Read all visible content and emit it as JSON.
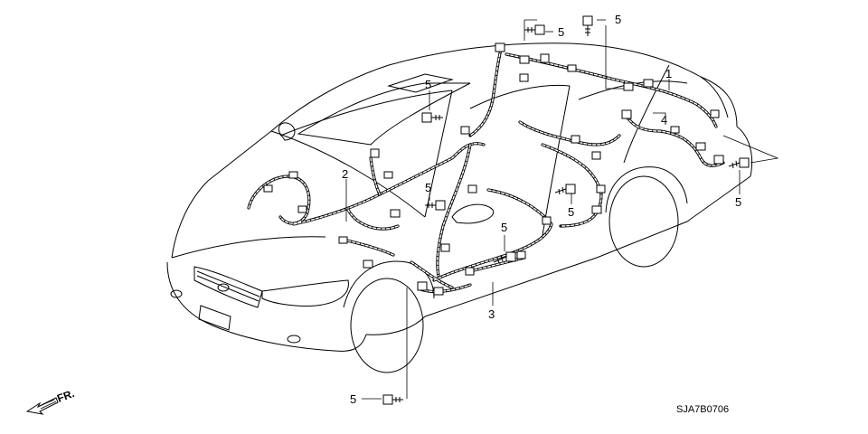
{
  "callouts": {
    "label_1": "1",
    "label_2": "2",
    "label_3": "3",
    "label_4": "4",
    "label_5": "5"
  },
  "direction_label": "FR.",
  "diagram_code": "SJA7B0706",
  "colors": {
    "line": "#000000",
    "background": "#ffffff"
  }
}
